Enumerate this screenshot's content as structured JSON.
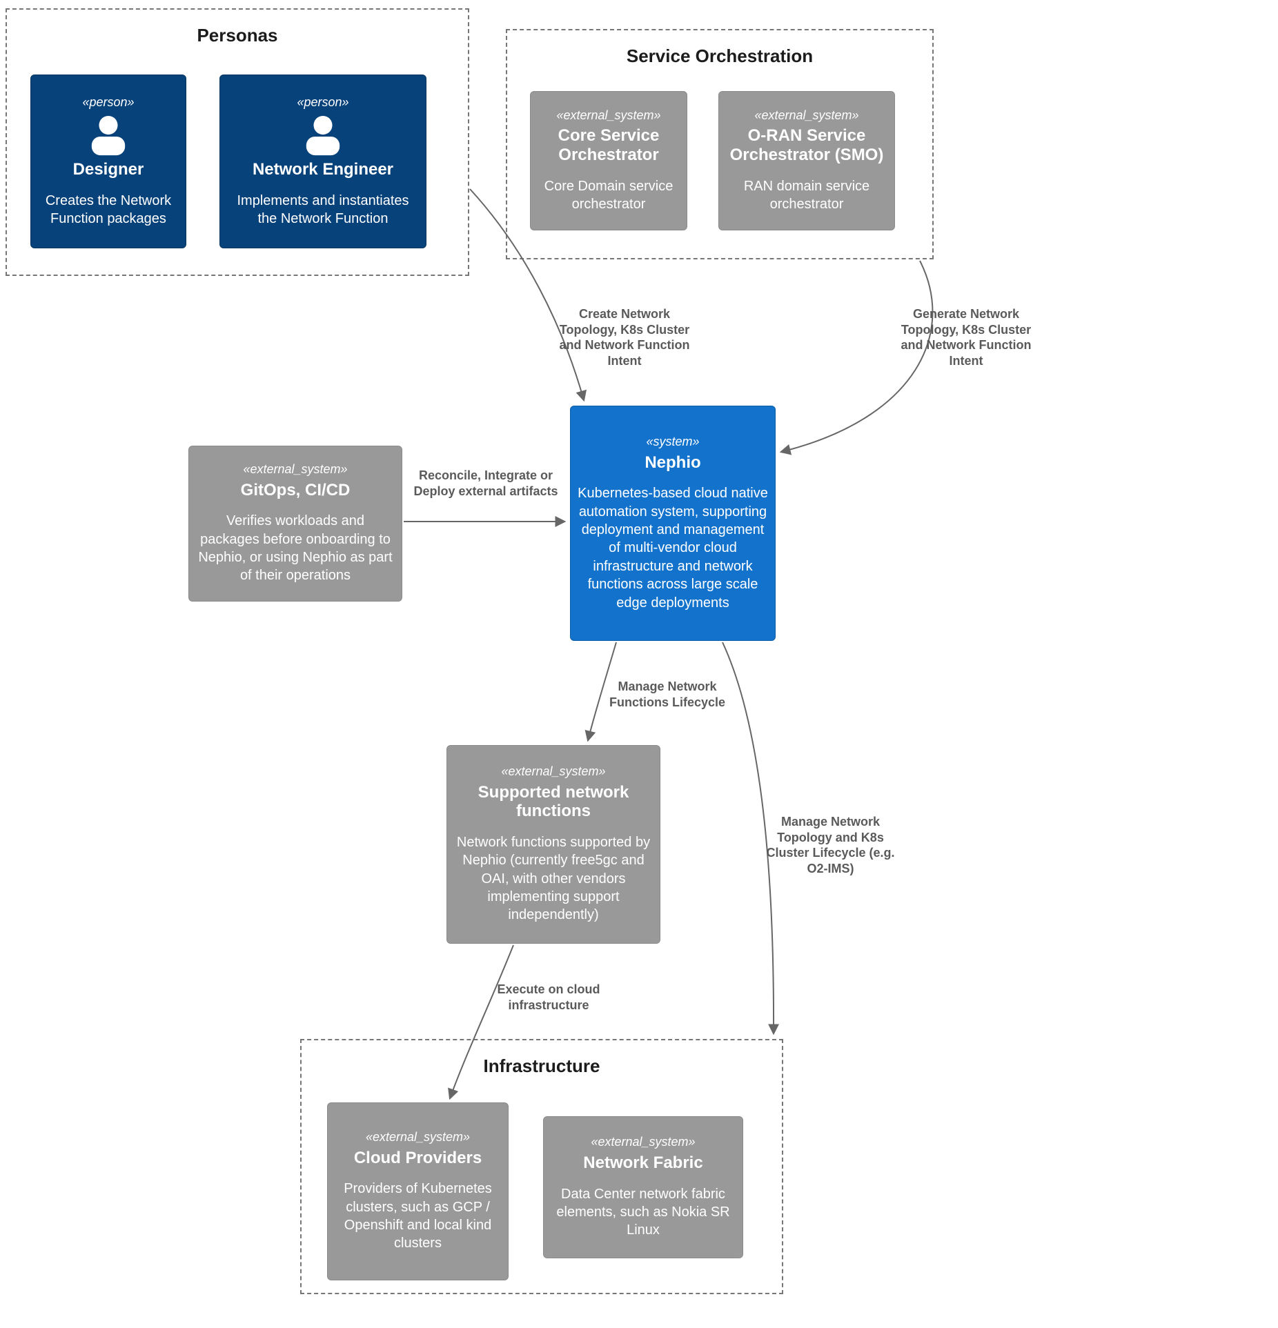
{
  "colors": {
    "person_fill": "#08427B",
    "system_fill": "#1373CC",
    "external_fill": "#999999",
    "arrow": "#666666",
    "boundary_border": "#767676",
    "edge_label_text": "#5a5a5a"
  },
  "boundaries": {
    "personas": {
      "title": "Personas"
    },
    "service_orchestration": {
      "title": "Service Orchestration"
    },
    "infrastructure": {
      "title": "Infrastructure"
    }
  },
  "nodes": {
    "designer": {
      "stereotype": "«person»",
      "title": "Designer",
      "description": "Creates the Network Function packages"
    },
    "network_engineer": {
      "stereotype": "«person»",
      "title": "Network Engineer",
      "description": "Implements and instantiates the Network Function"
    },
    "core_service_orchestrator": {
      "stereotype": "«external_system»",
      "title": "Core Service Orchestrator",
      "description": "Core Domain service orchestrator"
    },
    "oran_smo": {
      "stereotype": "«external_system»",
      "title": "O-RAN Service Orchestrator (SMO)",
      "description": "RAN domain service orchestrator"
    },
    "gitops": {
      "stereotype": "«external_system»",
      "title": "GitOps, CI/CD",
      "description": "Verifies workloads and packages before onboarding to Nephio, or using Nephio as part of their operations"
    },
    "nephio": {
      "stereotype": "«system»",
      "title": "Nephio",
      "description": "Kubernetes-based cloud native automation system, supporting deployment and management of multi-vendor cloud infrastructure and network functions across large scale edge deployments"
    },
    "supported_network_functions": {
      "stereotype": "«external_system»",
      "title": "Supported network functions",
      "description": "Network functions supported by Nephio (currently free5gc and OAI, with other vendors implementing support independently)"
    },
    "cloud_providers": {
      "stereotype": "«external_system»",
      "title": "Cloud Providers",
      "description": "Providers of Kubernetes clusters, such as GCP / Openshift and local kind clusters"
    },
    "network_fabric": {
      "stereotype": "«external_system»",
      "title": "Network Fabric",
      "description": "Data Center network fabric elements, such as Nokia SR Linux"
    }
  },
  "edges": {
    "create_intent": {
      "label": "Create Network Topology, K8s Cluster and Network Function Intent"
    },
    "generate_intent": {
      "label": "Generate Network Topology, K8s Cluster and Network Function Intent"
    },
    "reconcile": {
      "label": "Reconcile, Integrate or Deploy external artifacts"
    },
    "manage_nf": {
      "label": "Manage Network Functions Lifecycle"
    },
    "manage_topology": {
      "label": "Manage Network Topology and K8s Cluster Lifecycle (e.g. O2-IMS)"
    },
    "execute": {
      "label": "Execute on cloud infrastructure"
    }
  }
}
